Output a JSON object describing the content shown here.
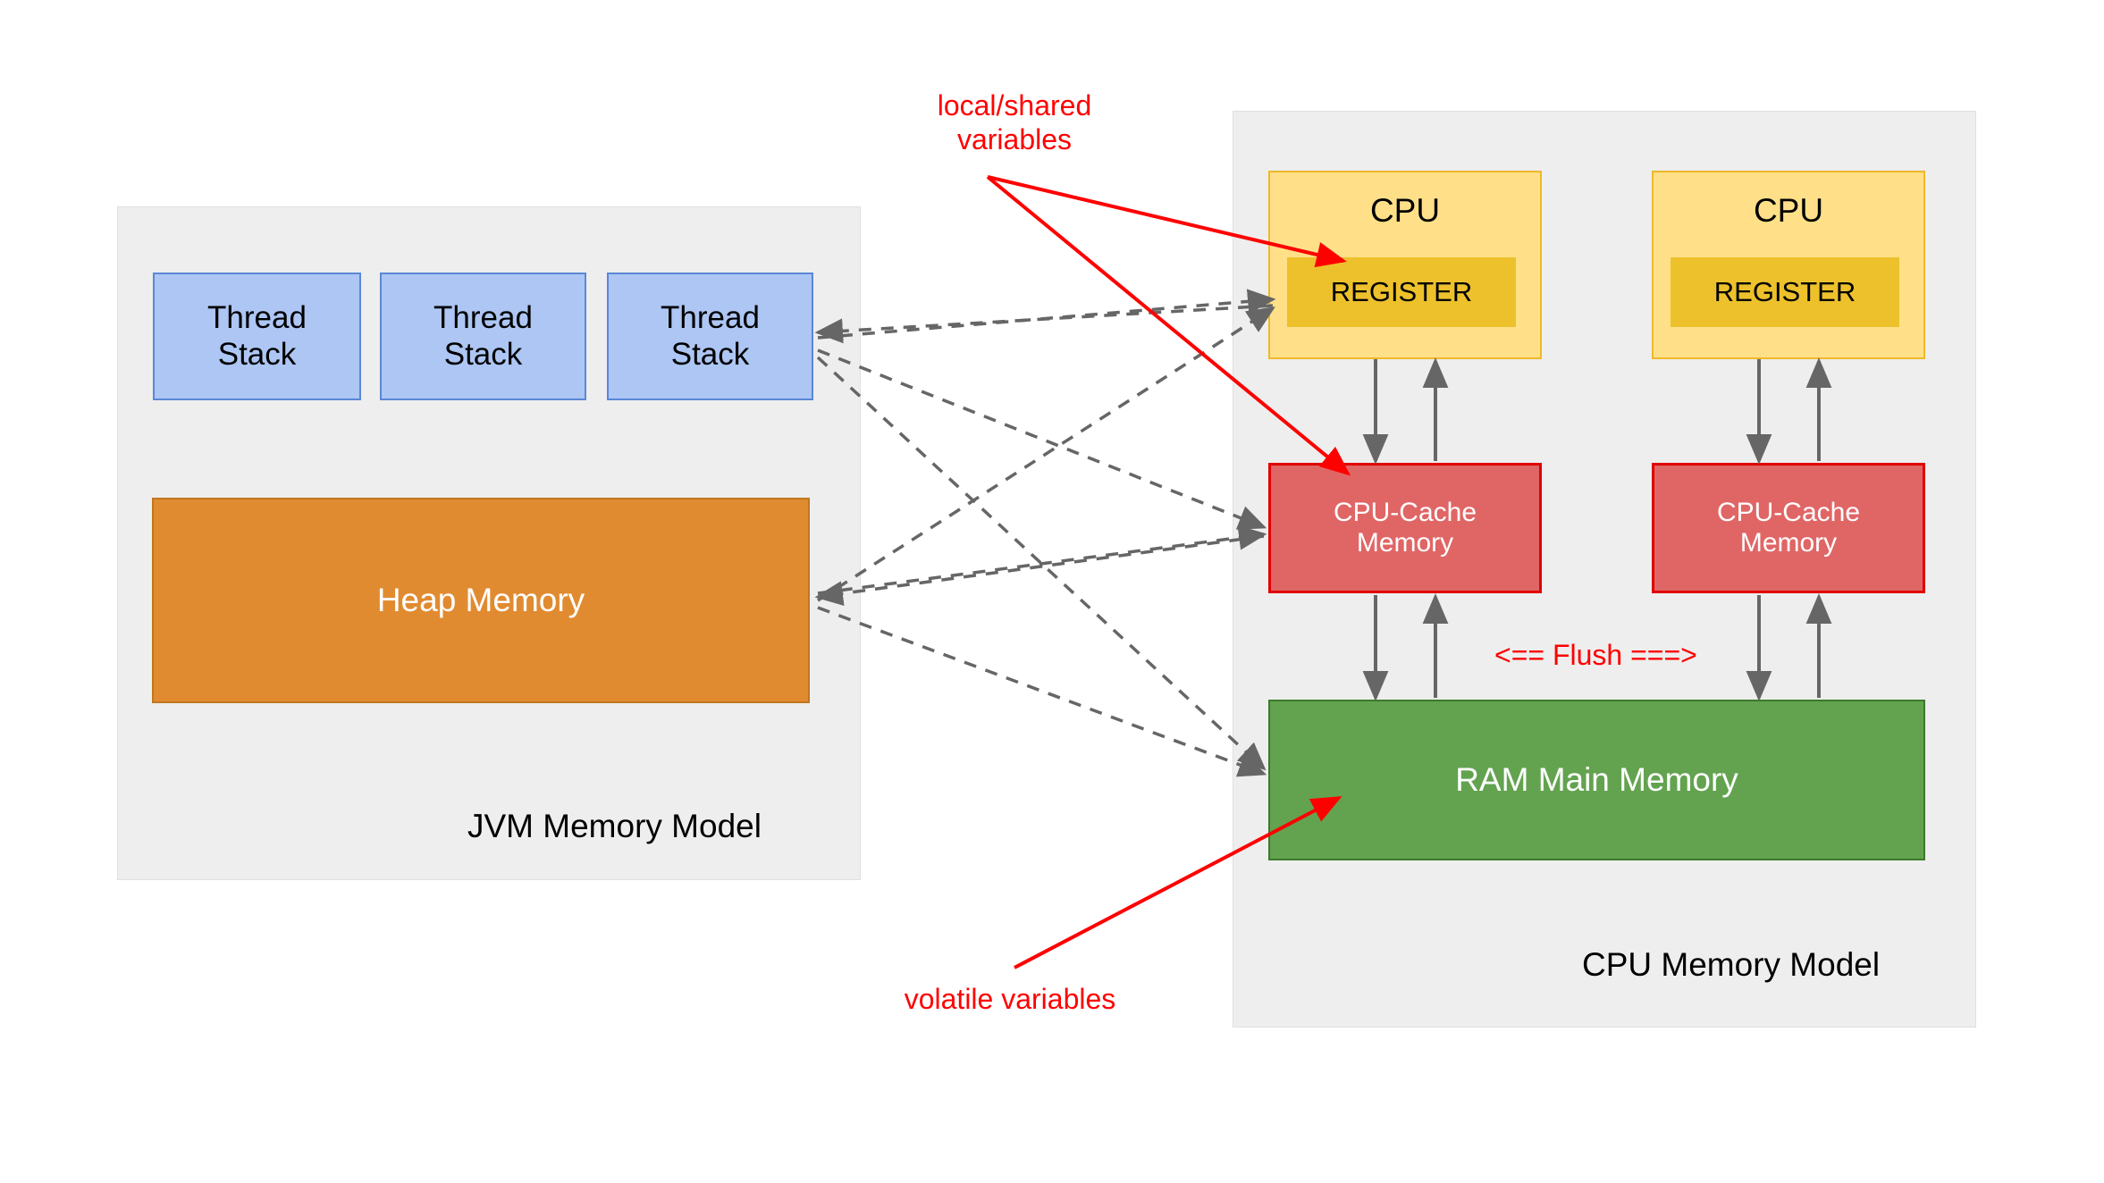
{
  "diagram": {
    "title_jvm": "JVM Memory Model",
    "title_cpu": "CPU Memory Model"
  },
  "jvm_panel": {
    "label": "JVM Memory Model",
    "thread_stacks": [
      {
        "label": "Thread\nStack"
      },
      {
        "label": "Thread\nStack"
      },
      {
        "label": "Thread\nStack"
      }
    ],
    "heap": {
      "label": "Heap Memory"
    }
  },
  "cpu_panel": {
    "label": "CPU Memory Model",
    "cores": [
      {
        "cpu_label": "CPU",
        "register_label": "REGISTER",
        "cache_label": "CPU-Cache\nMemory"
      },
      {
        "cpu_label": "CPU",
        "register_label": "REGISTER",
        "cache_label": "CPU-Cache\nMemory"
      }
    ],
    "ram": {
      "label": "RAM Main Memory"
    },
    "flush_label": "<== Flush ===>"
  },
  "annotations": {
    "local_shared": "local/shared\nvariables",
    "volatile": "volatile variables"
  },
  "colors": {
    "panel_bg": "#eeeeee",
    "panel_border": "#e0e0e0",
    "thread_stack_fill": "#adc6f4",
    "thread_stack_stroke": "#5b87d6",
    "heap_fill": "#e18b31",
    "heap_stroke": "#c0761f",
    "cpu_fill": "#ffe088",
    "cpu_stroke": "#eeb82a",
    "register_fill": "#edc12c",
    "cache_fill": "#e06666",
    "cache_stroke": "#e00000",
    "ram_fill": "#63a350",
    "ram_stroke": "#3d7a2c",
    "annotation_red": "#ff0000",
    "connector_gray": "#666666"
  }
}
